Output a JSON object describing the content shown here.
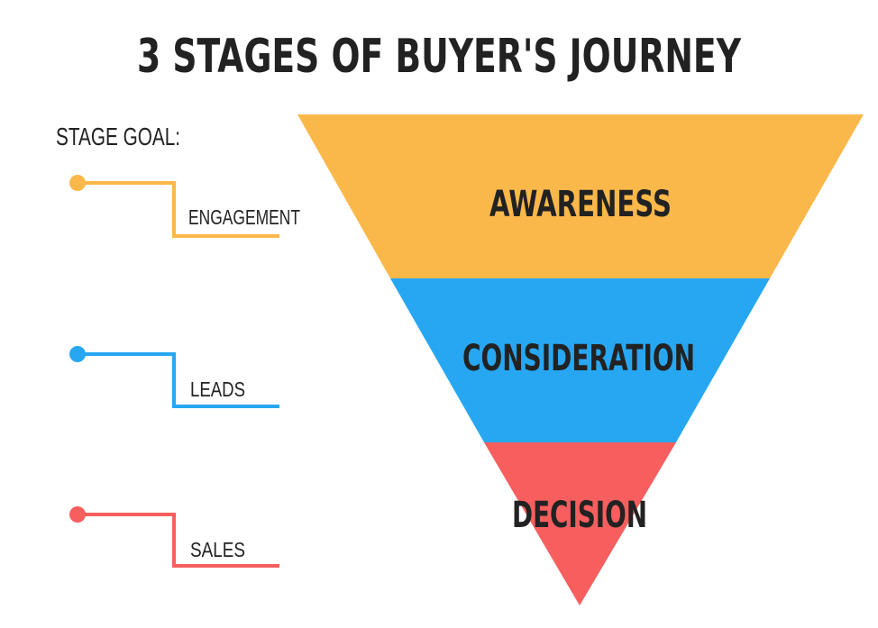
{
  "title": "3 STAGES OF BUYER'S JOURNEY",
  "stage_goal_heading": "STAGE GOAL:",
  "stages": [
    {
      "name": "AWARENESS",
      "goal": "ENGAGEMENT",
      "color": "#FBB84A"
    },
    {
      "name": "CONSIDERATION",
      "goal": "LEADS",
      "color": "#27A7F2"
    },
    {
      "name": "DECISION",
      "goal": "SALES",
      "color": "#F65F5E"
    }
  ]
}
